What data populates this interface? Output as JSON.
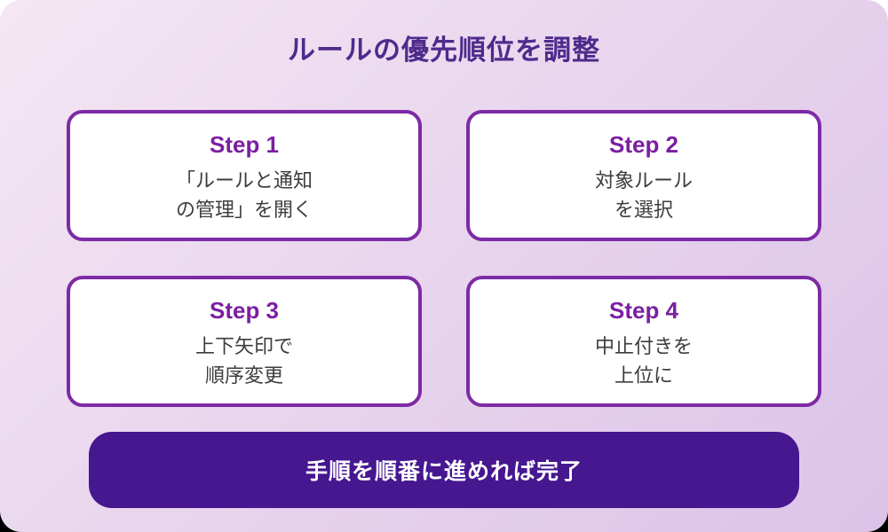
{
  "page": {
    "title": "ルールの優先順位を調整"
  },
  "colors": {
    "bg_gradient_start": "#f4e7f3",
    "bg_gradient_end": "#dcc2e8",
    "title_text": "#4f2a8c",
    "card_border": "#7d2ba5",
    "card_bg": "#ffffff",
    "step_label": "#7b1fa2",
    "card_text": "#3d3d3d",
    "banner_bg": "#46178f",
    "banner_text": "#ffffff"
  },
  "steps": [
    {
      "label": "Step 1",
      "line1": "「ルールと通知",
      "line2": "の管理」を開く"
    },
    {
      "label": "Step 2",
      "line1": "対象ルール",
      "line2": "を選択"
    },
    {
      "label": "Step 3",
      "line1": "上下矢印で",
      "line2": "順序変更"
    },
    {
      "label": "Step 4",
      "line1": "中止付きを",
      "line2": "上位に"
    }
  ],
  "banner": {
    "text": "手順を順番に進めれば完了"
  }
}
